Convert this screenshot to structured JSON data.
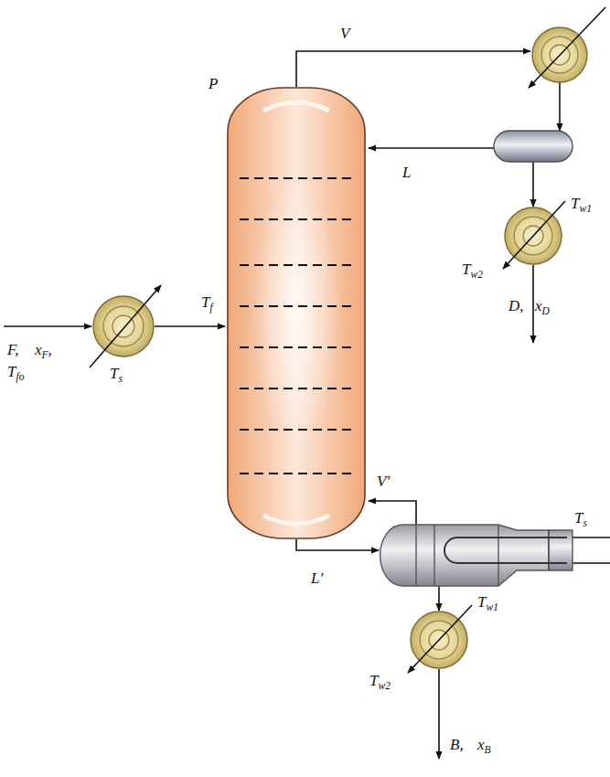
{
  "diagram": {
    "nodes": [
      {
        "text": [
          "P"
        ]
      }
    ],
    "labels": [
      "V",
      "L",
      "Tw1",
      "Tw2",
      "D,",
      "xD",
      "F,",
      "xF,",
      "Tfo",
      "Ts",
      "Tf",
      "V'",
      "L'",
      "Ts",
      "Tw1",
      "Tw2",
      "B,",
      "xB"
    ]
  }
}
